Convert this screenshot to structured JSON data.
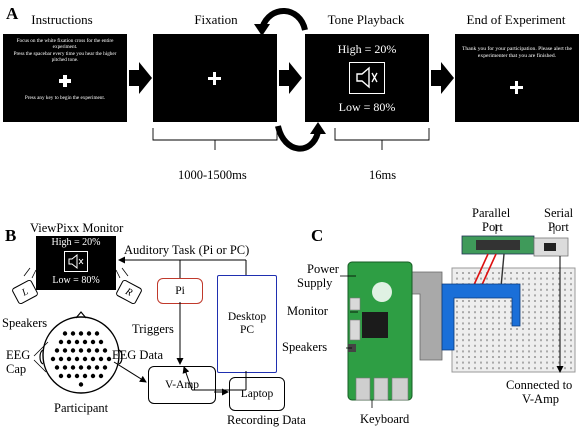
{
  "panel_a": {
    "letter": "A",
    "steps": [
      {
        "title": "Instructions"
      },
      {
        "title": "Fixation"
      },
      {
        "title": "Tone Playback"
      },
      {
        "title": "End of Experiment"
      }
    ],
    "instructions_text_1": "Focus on the white fixation cross for the entire experiment.",
    "instructions_text_2": "Press the spacebar every time you hear the higher pitched tone.",
    "instructions_text_3": "Press any key to begin the experiment.",
    "tone_high": "High = 20%",
    "tone_low": "Low = 80%",
    "end_text": "Thank you for your participation. Please alert the experimenter that you are finished.",
    "fixation_duration": "1000-1500ms",
    "tone_duration": "16ms"
  },
  "panel_b": {
    "letter": "B",
    "monitor_label": "ViewPixx Monitor",
    "monitor_high": "High = 20%",
    "monitor_low": "Low = 80%",
    "auditory_task": "Auditory Task (Pi or PC)",
    "speaker_left": "L",
    "speaker_right": "R",
    "speakers_label": "Speakers",
    "pi_label": "Pi",
    "desktop_label_1": "Desktop",
    "desktop_label_2": "PC",
    "triggers_label": "Triggers",
    "eeg_cap_1": "EEG",
    "eeg_cap_2": "Cap",
    "eeg_data": "EEG Data",
    "vamp_label": "V-Amp",
    "laptop_label": "Laptop",
    "participant_label": "Participant",
    "recording_label": "Recording Data",
    "colors": {
      "pi_border": "#c0392b",
      "desktop_border": "#1f2fb0"
    }
  },
  "panel_c": {
    "letter": "C",
    "parallel_port_1": "Parallel",
    "parallel_port_2": "Port",
    "serial_port_1": "Serial",
    "serial_port_2": "Port",
    "power_supply_1": "Power",
    "power_supply_2": "Supply",
    "monitor_label": "Monitor",
    "speakers_label": "Speakers",
    "keyboard_label": "Keyboard",
    "connected_1": "Connected to",
    "connected_2": "V-Amp",
    "colors": {
      "pi_board": "#2e9e44",
      "adapter_blue": "#1a6fd8",
      "ribbon": "#a9a9a9",
      "breadboard": "#eeeeee"
    }
  }
}
